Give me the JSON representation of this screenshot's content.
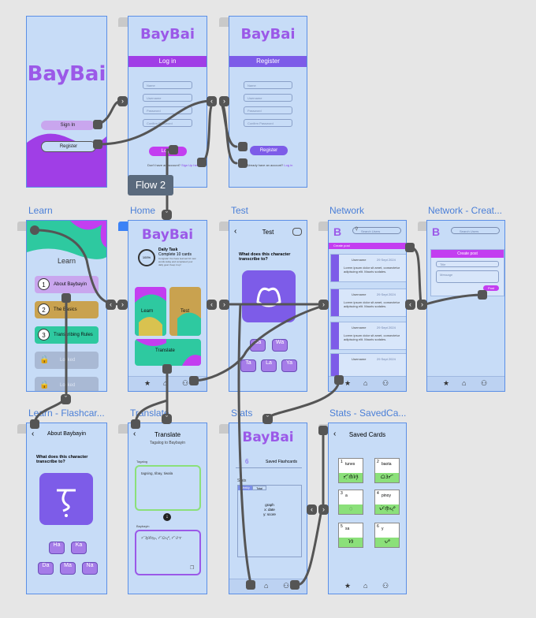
{
  "flow_badge": "Flow 2",
  "frame_labels": {
    "learn": "Learn",
    "home": "Home",
    "test": "Test",
    "network": "Network",
    "network_create": "Network - Creat...",
    "learn_flashcards": "Learn - Flashcar...",
    "translate": "Translate",
    "stats": "Stats",
    "stats_saved": "Stats - SavedCa..."
  },
  "splash": {
    "logo": "BayBai",
    "signin": "Sign In",
    "register": "Register"
  },
  "login": {
    "logo": "BayBai",
    "title": "Log in",
    "fields": [
      "Name",
      "Username",
      "Password",
      "Confirm Password"
    ],
    "button": "Log In",
    "footer": "Don't have an account?",
    "footer_link": "Sign Up here"
  },
  "register": {
    "logo": "BayBai",
    "title": "Register",
    "fields": [
      "Name",
      "Username",
      "Password",
      "Confirm Password"
    ],
    "button": "Register",
    "footer": "Already have an account?",
    "footer_link": "Log in"
  },
  "learn": {
    "title": "Learn",
    "items": [
      {
        "num": "1",
        "label": "About Baybayin",
        "color": "#c9a6ee"
      },
      {
        "num": "2",
        "label": "The Basics",
        "color": "#c9a24f"
      },
      {
        "num": "3",
        "label": "Transcribing Rules",
        "color": "#2ec9a0"
      }
    ],
    "locked": [
      "Locked",
      "Locked"
    ]
  },
  "home": {
    "logo": "BayBai",
    "task_percent": "100%",
    "task_title": "Daily Task",
    "task_sub": "Complete 10 cards",
    "task_note": "Congrats! You have learned 10 new words today and completed your daily goal. Keep it up!",
    "tiles": [
      "Learn",
      "Test",
      "Translate"
    ]
  },
  "test": {
    "title": "Test",
    "question": "What does this character transcribe to?",
    "options": [
      "Sa",
      "Wa",
      "Ta",
      "La",
      "Ya"
    ]
  },
  "network": {
    "logo": "B",
    "search": "Search Users",
    "create": "Create post",
    "username": "Username",
    "time": "29 Sept 2024",
    "post_text": "Lorem ipsum dolor sit amet, consectetur adipiscing elit. Mauris sodales."
  },
  "network_create": {
    "logo": "B",
    "search": "Search Users",
    "title": "Create post",
    "field1": "Title",
    "field2": "Message",
    "post_btn": "Post"
  },
  "flashcards": {
    "title": "About Baybayin",
    "question": "What does this character transcribe to?",
    "options": [
      "Ha",
      "Ka",
      "Da",
      "Ma",
      "Na"
    ]
  },
  "translate": {
    "title": "Translate",
    "subtitle": "Tagalog to Baybayin",
    "input_label": "Tagalog",
    "input_text": "tagsing, tibay, tiwala",
    "output_label": "Baybayin",
    "output_text": "ᜆᜄ᜔ᜐᜒᜅ᜔, ᜆᜒᜊᜌ᜔, ᜆᜒᜏᜎ"
  },
  "stats": {
    "logo": "BayBai",
    "saved_count": "6",
    "saved_label": "Saved Flashcards",
    "section": "Stats",
    "tabs": [
      "Weekly",
      "Total"
    ],
    "graph_lines": [
      "graph",
      "x: date",
      "y: score"
    ]
  },
  "saved_cards": {
    "title": "Saved Cards",
    "cards": [
      {
        "n": "1",
        "word": "tunes",
        "glyph": "ᜆᜓᜈᜒᜐ᜔"
      },
      {
        "n": "2",
        "word": "baota",
        "glyph": "ᜊᜂᜆ"
      },
      {
        "n": "3",
        "word": "a",
        "glyph": "ᜀ"
      },
      {
        "n": "4",
        "word": "pinoy",
        "glyph": "ᜉᜒᜈᜓᜌ᜔"
      },
      {
        "n": "5",
        "word": "sa",
        "glyph": "ᜐ"
      },
      {
        "n": "6",
        "word": "y",
        "glyph": "ᜌ"
      }
    ]
  },
  "colors": {
    "accent": "#9b59e8",
    "frame_bg": "#c7dcf7",
    "connector": "#555555"
  }
}
